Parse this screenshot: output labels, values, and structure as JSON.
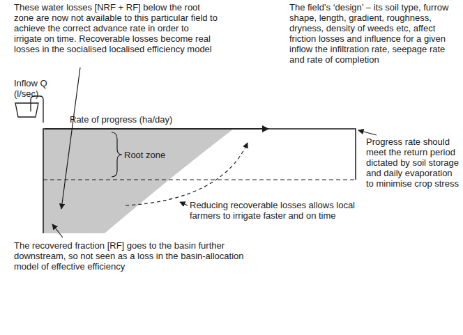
{
  "diagram": {
    "labels": [
      "These water losses [NRF + RF] below the root zone are now not available to this particular field to achieve the correct advance rate in order to irrigate on time. Recoverable losses become real losses in the socialised localised efficiency model",
      "The field’s ‘design’ – its soil type, furrow shape, length, gradient, roughness, dryness, density of weeds etc, affect friction losses and influence for a given inflow the infiltration rate, seepage rate and rate of completion",
      "Inflow Q (l/sec)",
      "Rate of progress (ha/day)",
      "Root zone",
      "Progress rate should meet the return period dictated by soil storage and daily evaporation to minimise crop stress",
      "Reducing recoverable losses allows local farmers to irrigate faster and on time",
      "The recovered fraction [RF] goes to the basin further downstream, so not seen as a loss in the basin-allocation model of effective efficiency"
    ]
  }
}
